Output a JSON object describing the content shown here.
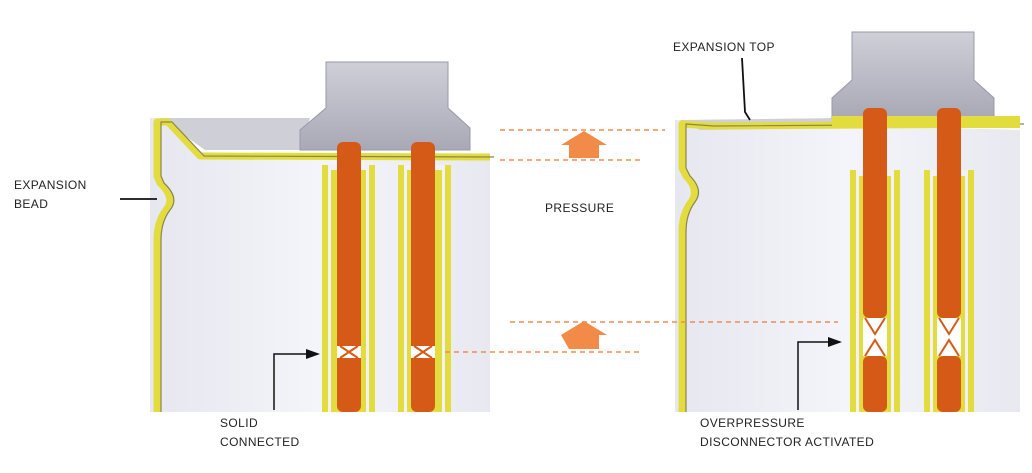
{
  "labels": {
    "expansion_bead_line1": "EXPANSION",
    "expansion_bead_line2": "BEAD",
    "expansion_top": "EXPANSION TOP",
    "pressure": "PRESSURE",
    "solid_line1": "SOLID",
    "solid_line2": "CONNECTED",
    "over_line1": "OVERPRESSURE",
    "over_line2": "DISCONNECTOR ACTIVATED"
  },
  "colors": {
    "can_body": "#eff0f6",
    "cap": "#b9b8c4",
    "yellow_rim": "#e3dc3f",
    "pin": "#d65a17",
    "arrow": "#f28a48",
    "dash": "#f08c54",
    "leader": "#111111"
  }
}
